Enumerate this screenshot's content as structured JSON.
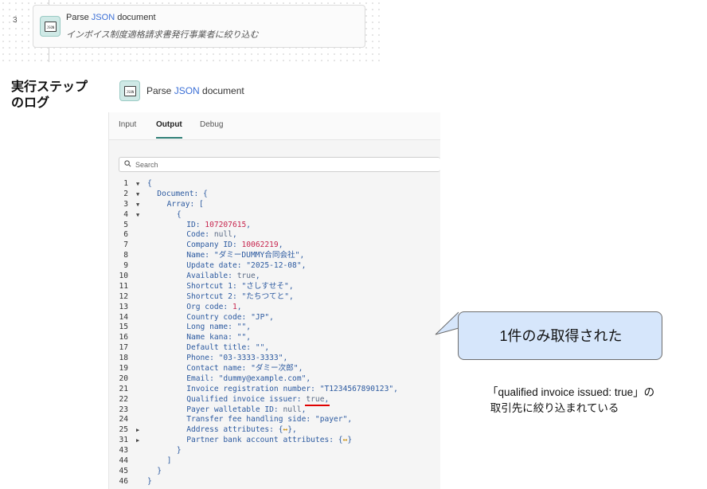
{
  "flow_step": {
    "number": "3",
    "title_prefix": "Parse ",
    "title_highlight": "JSON",
    "title_suffix": " document",
    "subtitle": "インボイス制度適格請求書発行事業者に絞り込む",
    "icon": "json-doc-icon"
  },
  "side_label": {
    "line1": "実行ステップ",
    "line2": "のログ"
  },
  "log_header": {
    "title_prefix": "Parse ",
    "title_highlight": "JSON",
    "title_suffix": " document"
  },
  "tabs": [
    {
      "label": "Input",
      "active": false
    },
    {
      "label": "Output",
      "active": true
    },
    {
      "label": "Debug",
      "active": false
    }
  ],
  "search": {
    "placeholder": "Search",
    "icon": "search-icon"
  },
  "code_lines": [
    {
      "n": "1",
      "fold": "▼",
      "indent": 0,
      "parts": [
        {
          "t": "{",
          "c": "k"
        }
      ]
    },
    {
      "n": "2",
      "fold": "▼",
      "indent": 1,
      "parts": [
        {
          "t": "Document: {",
          "c": "k"
        }
      ]
    },
    {
      "n": "3",
      "fold": "▼",
      "indent": 2,
      "parts": [
        {
          "t": "Array: [",
          "c": "k"
        }
      ]
    },
    {
      "n": "4",
      "fold": "▼",
      "indent": 3,
      "parts": [
        {
          "t": "{",
          "c": "k"
        }
      ]
    },
    {
      "n": "5",
      "fold": "",
      "indent": 4,
      "parts": [
        {
          "t": "ID: ",
          "c": "k"
        },
        {
          "t": "107207615",
          "c": "num"
        },
        {
          "t": ",",
          "c": "k"
        }
      ]
    },
    {
      "n": "6",
      "fold": "",
      "indent": 4,
      "parts": [
        {
          "t": "Code: ",
          "c": "k"
        },
        {
          "t": "null",
          "c": "lit"
        },
        {
          "t": ",",
          "c": "k"
        }
      ]
    },
    {
      "n": "7",
      "fold": "",
      "indent": 4,
      "parts": [
        {
          "t": "Company ID: ",
          "c": "k"
        },
        {
          "t": "10062219",
          "c": "num"
        },
        {
          "t": ",",
          "c": "k"
        }
      ]
    },
    {
      "n": "8",
      "fold": "",
      "indent": 4,
      "parts": [
        {
          "t": "Name: ",
          "c": "k"
        },
        {
          "t": "\"ダミーDUMMY合同会社\"",
          "c": "str"
        },
        {
          "t": ",",
          "c": "k"
        }
      ]
    },
    {
      "n": "9",
      "fold": "",
      "indent": 4,
      "parts": [
        {
          "t": "Update date: ",
          "c": "k"
        },
        {
          "t": "\"2025-12-08\"",
          "c": "str"
        },
        {
          "t": ",",
          "c": "k"
        }
      ]
    },
    {
      "n": "10",
      "fold": "",
      "indent": 4,
      "parts": [
        {
          "t": "Available: ",
          "c": "k"
        },
        {
          "t": "true",
          "c": "lit"
        },
        {
          "t": ",",
          "c": "k"
        }
      ]
    },
    {
      "n": "11",
      "fold": "",
      "indent": 4,
      "parts": [
        {
          "t": "Shortcut 1: ",
          "c": "k"
        },
        {
          "t": "\"さしすせそ\"",
          "c": "str"
        },
        {
          "t": ",",
          "c": "k"
        }
      ]
    },
    {
      "n": "12",
      "fold": "",
      "indent": 4,
      "parts": [
        {
          "t": "Shortcut 2: ",
          "c": "k"
        },
        {
          "t": "\"たちつてと\"",
          "c": "str"
        },
        {
          "t": ",",
          "c": "k"
        }
      ]
    },
    {
      "n": "13",
      "fold": "",
      "indent": 4,
      "parts": [
        {
          "t": "Org code: ",
          "c": "k"
        },
        {
          "t": "1",
          "c": "num"
        },
        {
          "t": ",",
          "c": "k"
        }
      ]
    },
    {
      "n": "14",
      "fold": "",
      "indent": 4,
      "parts": [
        {
          "t": "Country code: ",
          "c": "k"
        },
        {
          "t": "\"JP\"",
          "c": "str"
        },
        {
          "t": ",",
          "c": "k"
        }
      ]
    },
    {
      "n": "15",
      "fold": "",
      "indent": 4,
      "parts": [
        {
          "t": "Long name: ",
          "c": "k"
        },
        {
          "t": "\"\"",
          "c": "str"
        },
        {
          "t": ",",
          "c": "k"
        }
      ]
    },
    {
      "n": "16",
      "fold": "",
      "indent": 4,
      "parts": [
        {
          "t": "Name kana: ",
          "c": "k"
        },
        {
          "t": "\"\"",
          "c": "str"
        },
        {
          "t": ",",
          "c": "k"
        }
      ]
    },
    {
      "n": "17",
      "fold": "",
      "indent": 4,
      "parts": [
        {
          "t": "Default title: ",
          "c": "k"
        },
        {
          "t": "\"\"",
          "c": "str"
        },
        {
          "t": ",",
          "c": "k"
        }
      ]
    },
    {
      "n": "18",
      "fold": "",
      "indent": 4,
      "parts": [
        {
          "t": "Phone: ",
          "c": "k"
        },
        {
          "t": "\"03-3333-3333\"",
          "c": "str"
        },
        {
          "t": ",",
          "c": "k"
        }
      ]
    },
    {
      "n": "19",
      "fold": "",
      "indent": 4,
      "parts": [
        {
          "t": "Contact name: ",
          "c": "k"
        },
        {
          "t": "\"ダミー次郎\"",
          "c": "str"
        },
        {
          "t": ",",
          "c": "k"
        }
      ]
    },
    {
      "n": "20",
      "fold": "",
      "indent": 4,
      "parts": [
        {
          "t": "Email: ",
          "c": "k"
        },
        {
          "t": "\"dummy@example.com\"",
          "c": "str"
        },
        {
          "t": ",",
          "c": "k"
        }
      ]
    },
    {
      "n": "21",
      "fold": "",
      "indent": 4,
      "parts": [
        {
          "t": "Invoice registration number: ",
          "c": "k"
        },
        {
          "t": "\"T1234567890123\"",
          "c": "str"
        },
        {
          "t": ",",
          "c": "k"
        }
      ]
    },
    {
      "n": "22",
      "fold": "",
      "indent": 4,
      "parts": [
        {
          "t": "Qualified invoice issuer: ",
          "c": "k"
        },
        {
          "t": "true",
          "c": "lit",
          "mark": true
        },
        {
          "t": ",",
          "c": "k"
        }
      ]
    },
    {
      "n": "23",
      "fold": "",
      "indent": 4,
      "parts": [
        {
          "t": "Payer walletable ID: ",
          "c": "k"
        },
        {
          "t": "null",
          "c": "lit"
        },
        {
          "t": ",",
          "c": "k"
        }
      ]
    },
    {
      "n": "24",
      "fold": "",
      "indent": 4,
      "parts": [
        {
          "t": "Transfer fee handling side: ",
          "c": "k"
        },
        {
          "t": "\"payer\"",
          "c": "str"
        },
        {
          "t": ",",
          "c": "k"
        }
      ]
    },
    {
      "n": "25",
      "fold": "▶",
      "indent": 4,
      "parts": [
        {
          "t": "Address attributes: {",
          "c": "k"
        },
        {
          "t": "↔",
          "c": "gold"
        },
        {
          "t": "},",
          "c": "k"
        }
      ]
    },
    {
      "n": "31",
      "fold": "▶",
      "indent": 4,
      "parts": [
        {
          "t": "Partner bank account attributes: {",
          "c": "k"
        },
        {
          "t": "↔",
          "c": "gold"
        },
        {
          "t": "}",
          "c": "k"
        }
      ]
    },
    {
      "n": "43",
      "fold": "",
      "indent": 3,
      "parts": [
        {
          "t": "}",
          "c": "k"
        }
      ]
    },
    {
      "n": "44",
      "fold": "",
      "indent": 2,
      "parts": [
        {
          "t": "]",
          "c": "k"
        }
      ]
    },
    {
      "n": "45",
      "fold": "",
      "indent": 1,
      "parts": [
        {
          "t": "}",
          "c": "k"
        }
      ]
    },
    {
      "n": "46",
      "fold": "",
      "indent": 0,
      "parts": [
        {
          "t": "}",
          "c": "k"
        }
      ]
    }
  ],
  "callout": {
    "text": "1件のみ取得された"
  },
  "note": {
    "text": "「qualified invoice issued: true」の\n 取引先に絞り込まれている"
  },
  "colors": {
    "accent_teal": "#2f7f76",
    "json_blue": "#3b6fd6",
    "number_red": "#c7254e",
    "callout_fill": "#d6e6fb",
    "underline_red": "#e00000"
  }
}
